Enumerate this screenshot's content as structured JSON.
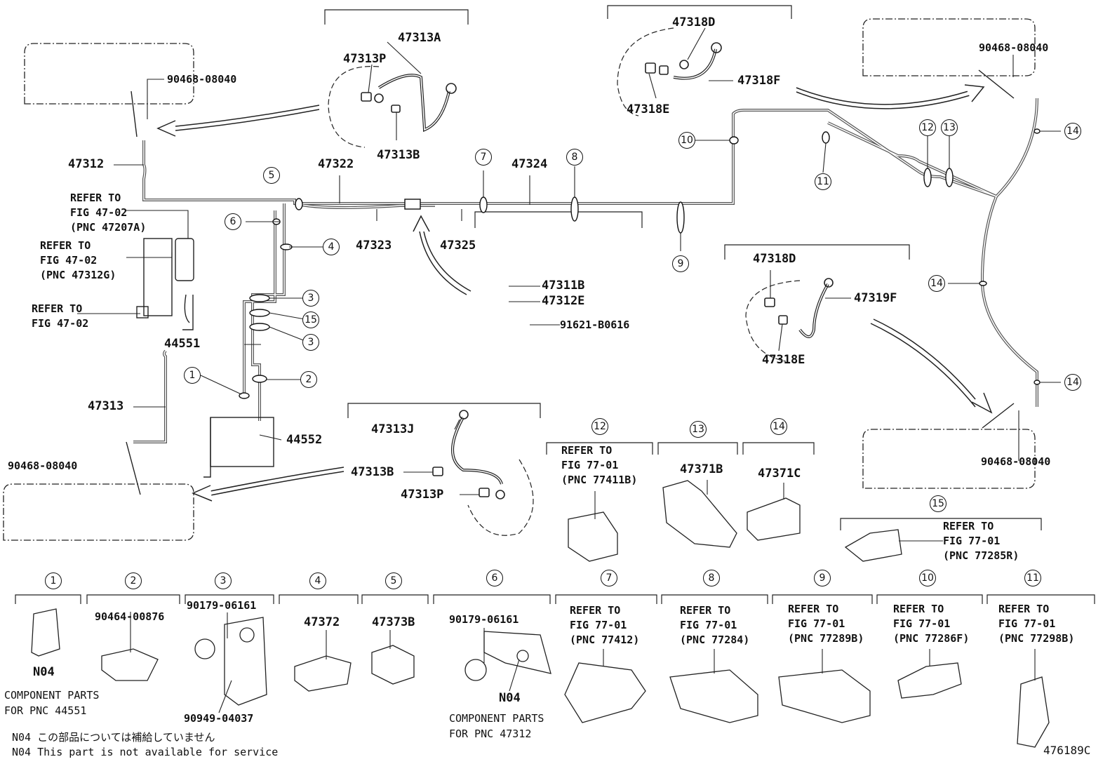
{
  "diagram": {
    "figure_id": "476189C",
    "parts": {
      "p47312": "47312",
      "p47313": "47313",
      "p47322": "47322",
      "p47323": "47323",
      "p47324": "47324",
      "p47325": "47325",
      "p44551": "44551",
      "p44552": "44552",
      "p47313A": "47313A",
      "p47313P_top": "47313P",
      "p47313B_top": "47313B",
      "p47313J": "47313J",
      "p47313B_bot": "47313B",
      "p47313P_bot": "47313P",
      "p47318D_top": "47318D",
      "p47318F": "47318F",
      "p47318E_top": "47318E",
      "p47318D_mid": "47318D",
      "p47319F": "47319F",
      "p47318E_mid": "47318E",
      "p47311B": "47311B",
      "p47312E": "47312E",
      "p91621": "91621-B0616",
      "bolt_tl": "90468-08040",
      "bolt_tr": "90468-08040",
      "bolt_bl": "90468-08040",
      "bolt_br": "90468-08040",
      "p47371B": "47371B",
      "p47371C": "47371C",
      "p90464": "90464-00876",
      "p90179_a": "90179-06161",
      "p90949": "90949-04037",
      "p47372": "47372",
      "p47373B": "47373B",
      "p90179_b": "90179-06161",
      "n04_a": "N04",
      "n04_b": "N04"
    },
    "refs": {
      "ref_47207A": [
        "REFER TO",
        "FIG 47-02",
        "(PNC 47207A)"
      ],
      "ref_47312G": [
        "REFER TO",
        "FIG 47-02",
        "(PNC 47312G)"
      ],
      "ref_4702": [
        "REFER TO",
        "FIG 47-02"
      ],
      "ref_77411B": [
        "REFER TO",
        "FIG 77-01",
        "(PNC 77411B)"
      ],
      "ref_77285R": [
        "REFER TO",
        "FIG 77-01",
        "(PNC 77285R)"
      ],
      "ref_77412": [
        "REFER TO",
        "FIG 77-01",
        "(PNC 77412)"
      ],
      "ref_77284": [
        "REFER TO",
        "FIG 77-01",
        "(PNC 77284)"
      ],
      "ref_77289B": [
        "REFER TO",
        "FIG 77-01",
        "(PNC 77289B)"
      ],
      "ref_77286F": [
        "REFER TO",
        "FIG 77-01",
        "(PNC 77286F)"
      ],
      "ref_77298B": [
        "REFER TO",
        "FIG 77-01",
        "(PNC 77298B)"
      ]
    },
    "callouts": [
      "1",
      "2",
      "3",
      "4",
      "5",
      "6",
      "7",
      "8",
      "9",
      "10",
      "11",
      "12",
      "13",
      "14",
      "15"
    ],
    "component_note_1": [
      "COMPONENT PARTS",
      "FOR PNC 44551"
    ],
    "component_note_2": [
      "COMPONENT PARTS",
      "FOR PNC 47312"
    ],
    "footnote_jp": "N04 この部品については補給していません",
    "footnote_en": "N04 This part is not available for service"
  }
}
